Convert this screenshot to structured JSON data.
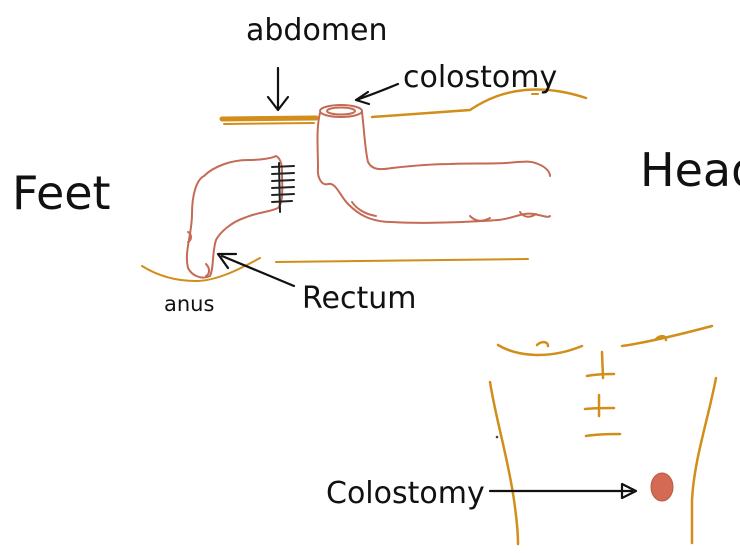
{
  "labels": {
    "abdomen": "abdomen",
    "colostomy_top": "colostomy",
    "feet": "Feet",
    "head": "Head",
    "anus": "anus",
    "rectum": "Rectum",
    "colostomy_bottom": "Colostomy"
  },
  "colors": {
    "ink": "#111111",
    "skin_line": "#d18e1a",
    "bowel": "#c46b55",
    "stoma": "#d56a54"
  }
}
